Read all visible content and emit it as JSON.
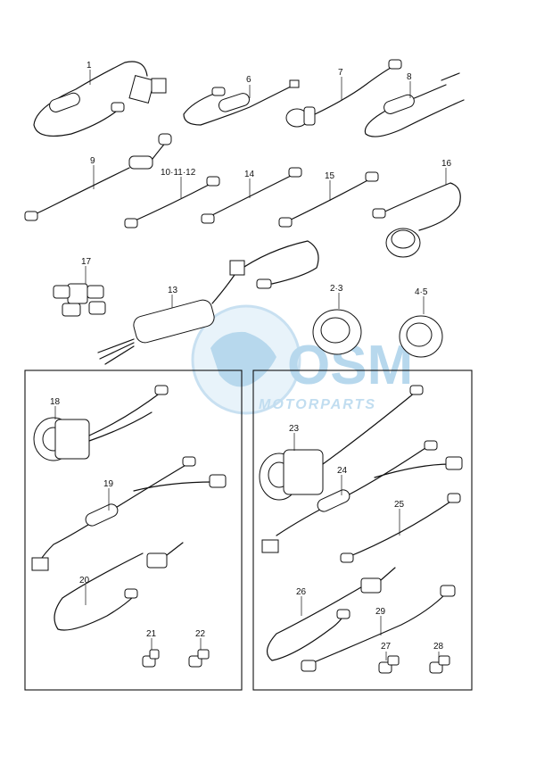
{
  "diagram": {
    "labels": {
      "p1": "1",
      "p6": "6",
      "p7": "7",
      "p8": "8",
      "p9": "9",
      "p10": "10·11·12",
      "p14": "14",
      "p15": "15",
      "p16": "16",
      "p17": "17",
      "p13": "13",
      "p23a": "2·3",
      "p45": "4·5",
      "p18": "18",
      "p19": "19",
      "p20": "20",
      "p21": "21",
      "p22": "22",
      "p23": "23",
      "p24": "24",
      "p25": "25",
      "p26": "26",
      "p29": "29",
      "p27": "27",
      "p28": "28"
    }
  },
  "watermark": {
    "brand": "OSM",
    "tagline": "MOTORPARTS",
    "color": "#5aa6d8"
  }
}
